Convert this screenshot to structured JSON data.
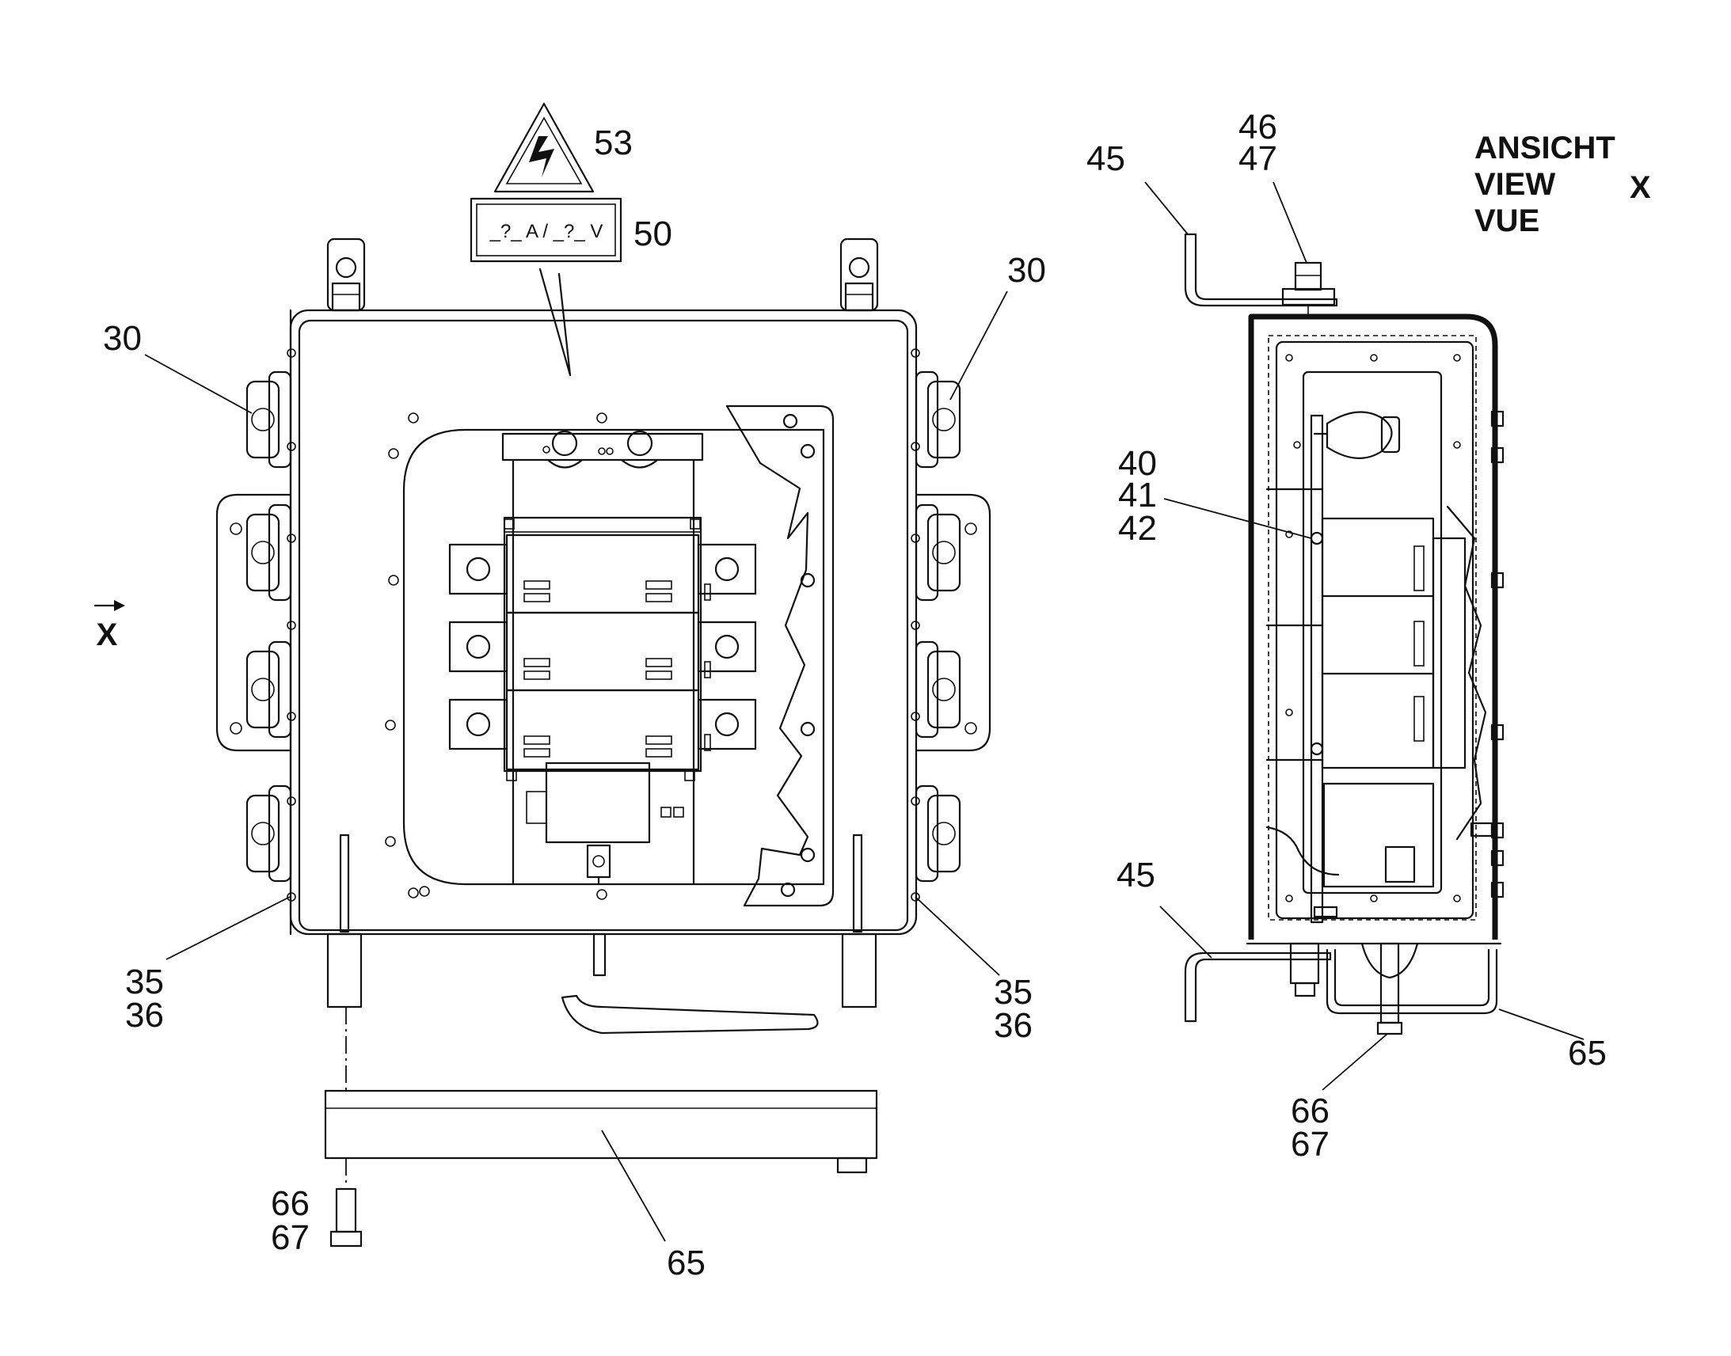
{
  "drawing": {
    "view_title": {
      "line1": "ANSICHT",
      "line2": "VIEW",
      "line3": "VUE",
      "view_letter": "X"
    },
    "direction_marker": "X",
    "rating_plate": "_?_ A / _?_ V",
    "warning_symbol": "high-voltage-warning-icon",
    "front_view_callouts": {
      "c53": "53",
      "c50": "50",
      "c30_left": "30",
      "c30_right": "30",
      "c35_left": "35",
      "c36_left": "36",
      "c35_right": "35",
      "c36_right": "36",
      "c66": "66",
      "c67": "67",
      "c65": "65"
    },
    "side_view_callouts": {
      "c45_top": "45",
      "c46": "46",
      "c47": "47",
      "c40": "40",
      "c41": "41",
      "c42": "42",
      "c45_bottom": "45",
      "c65": "65",
      "c66": "66",
      "c67": "67"
    }
  }
}
